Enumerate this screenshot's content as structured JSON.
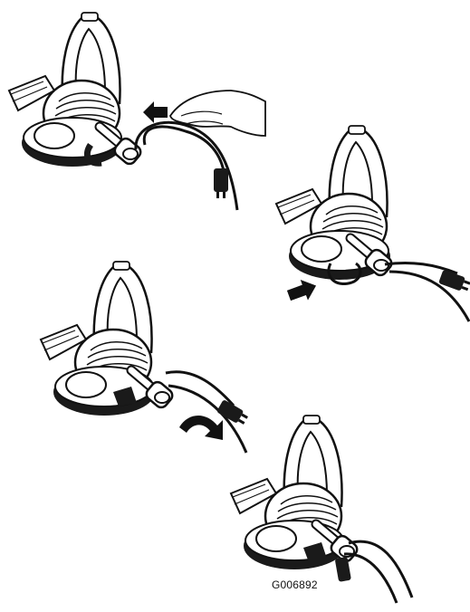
{
  "figure": {
    "code": "G006892",
    "description_steps": [
      {
        "id": "step-1",
        "arrow": "push-left"
      },
      {
        "id": "step-2",
        "arrow": "push-right"
      },
      {
        "id": "step-3",
        "arrow": "rotate"
      },
      {
        "id": "step-4",
        "arrow": "none"
      }
    ]
  },
  "colors": {
    "ink": "#111111",
    "fill_dark": "#1a1a1a",
    "paper": "#ffffff"
  },
  "icons": [
    "blower-icon",
    "extension-cord-icon",
    "cord-plug-icon",
    "hand-icon",
    "push-arrow-icon",
    "rotate-arrow-icon"
  ]
}
